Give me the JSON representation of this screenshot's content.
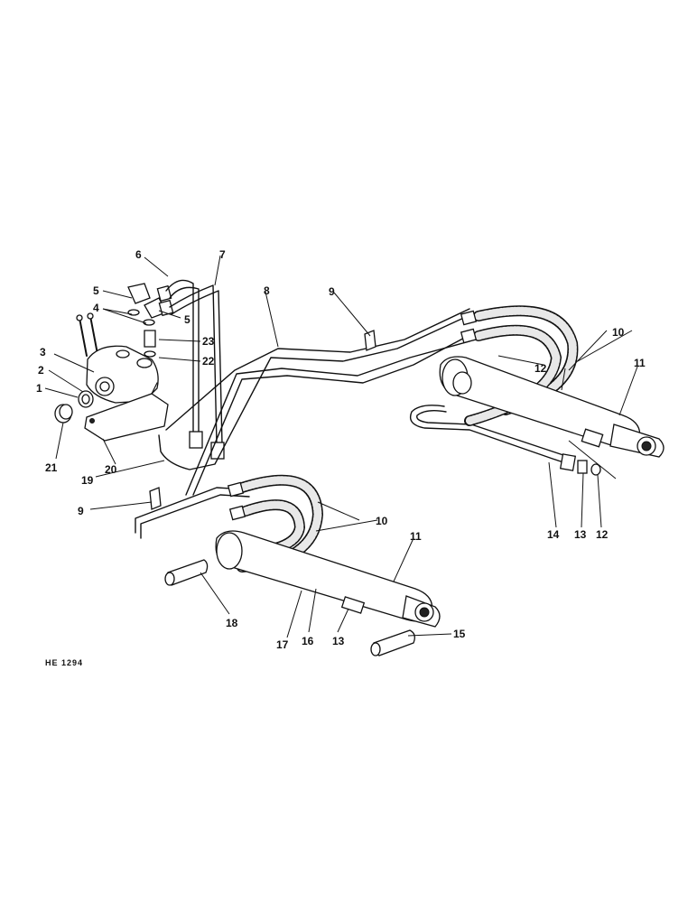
{
  "figure_code": "HE 1294",
  "callouts": [
    "1",
    "2",
    "3",
    "4",
    "5",
    "5",
    "6",
    "7",
    "8",
    "9",
    "9",
    "10",
    "10",
    "11",
    "11",
    "12",
    "12",
    "13",
    "13",
    "14",
    "15",
    "16",
    "17",
    "18",
    "19",
    "20",
    "21",
    "22",
    "23"
  ]
}
